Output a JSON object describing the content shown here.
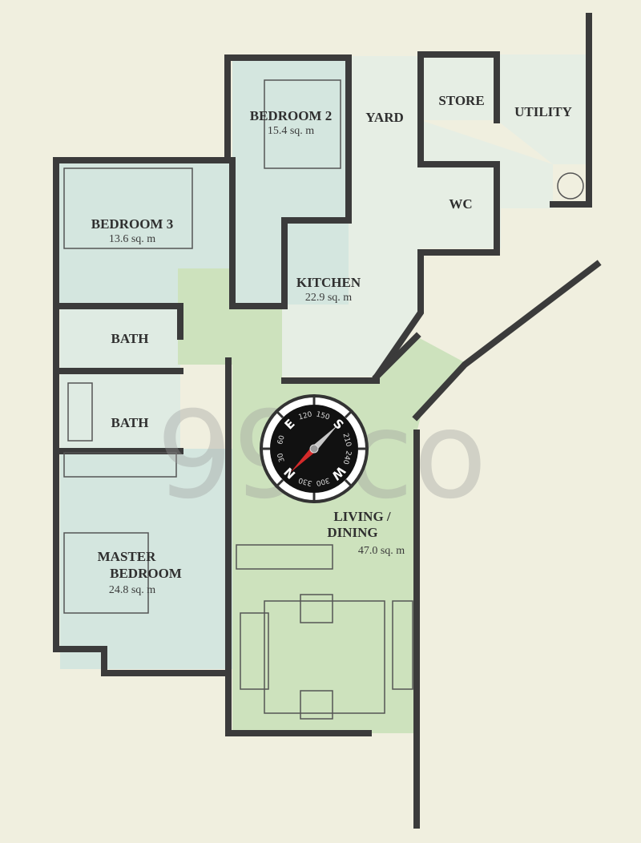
{
  "watermark": "99.co",
  "rooms": {
    "bedroom2": {
      "name": "BEDROOM 2",
      "area": "15.4 sq. m"
    },
    "yard": {
      "name": "YARD"
    },
    "store": {
      "name": "STORE"
    },
    "utility": {
      "name": "UTILITY"
    },
    "bedroom3": {
      "name": "BEDROOM 3",
      "area": "13.6 sq. m"
    },
    "wc": {
      "name": "WC"
    },
    "kitchen": {
      "name": "KITCHEN",
      "area": "22.9 sq. m"
    },
    "bath1": {
      "name": "BATH"
    },
    "bath2": {
      "name": "BATH"
    },
    "living": {
      "name_line1": "LIVING /",
      "name_line2": "DINING",
      "area": "47.0 sq. m"
    },
    "master": {
      "name_line1": "MASTER",
      "name_line2": "BEDROOM",
      "area": "24.8 sq. m"
    }
  },
  "compass": {
    "cardinals": {
      "n": "N",
      "e": "E",
      "s": "S",
      "w": "W"
    },
    "degrees": [
      "30",
      "60",
      "120",
      "150",
      "210",
      "240",
      "300",
      "330"
    ],
    "colors": {
      "north_needle": "#d42a2a",
      "south_needle": "#c8c8c8",
      "face": "#111111"
    }
  },
  "colors": {
    "bedroom": "#d4e6df",
    "service": "#e6eee4",
    "living": "#cde2bd",
    "wall": "#3b3b3b",
    "background": "#f0efdf"
  }
}
